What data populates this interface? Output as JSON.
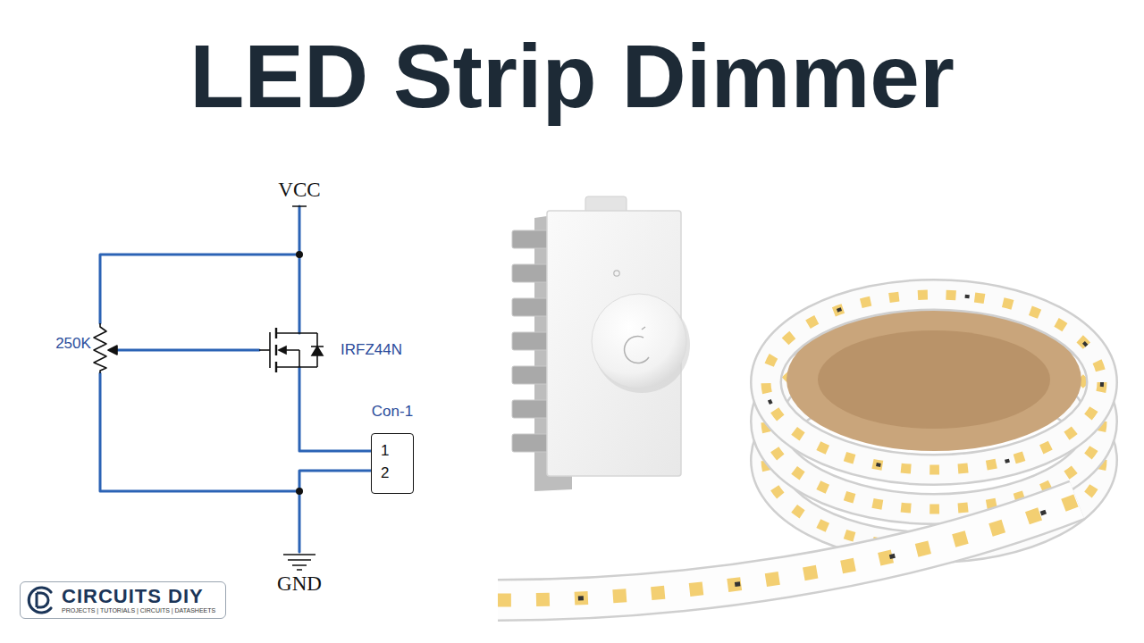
{
  "diagram": {
    "title": "LED Strip Dimmer",
    "nodes": [
      {
        "text": [
          "Con-1",
          "1",
          "2"
        ]
      },
      {
        "text": [
          "CIRCUITS DIY",
          "PROJECTS | TUTORIALS | CIRCUITS | DATASHEETS"
        ]
      }
    ],
    "labels": [
      "VCC",
      "250K",
      "IRFZ44N",
      "GND"
    ]
  }
}
